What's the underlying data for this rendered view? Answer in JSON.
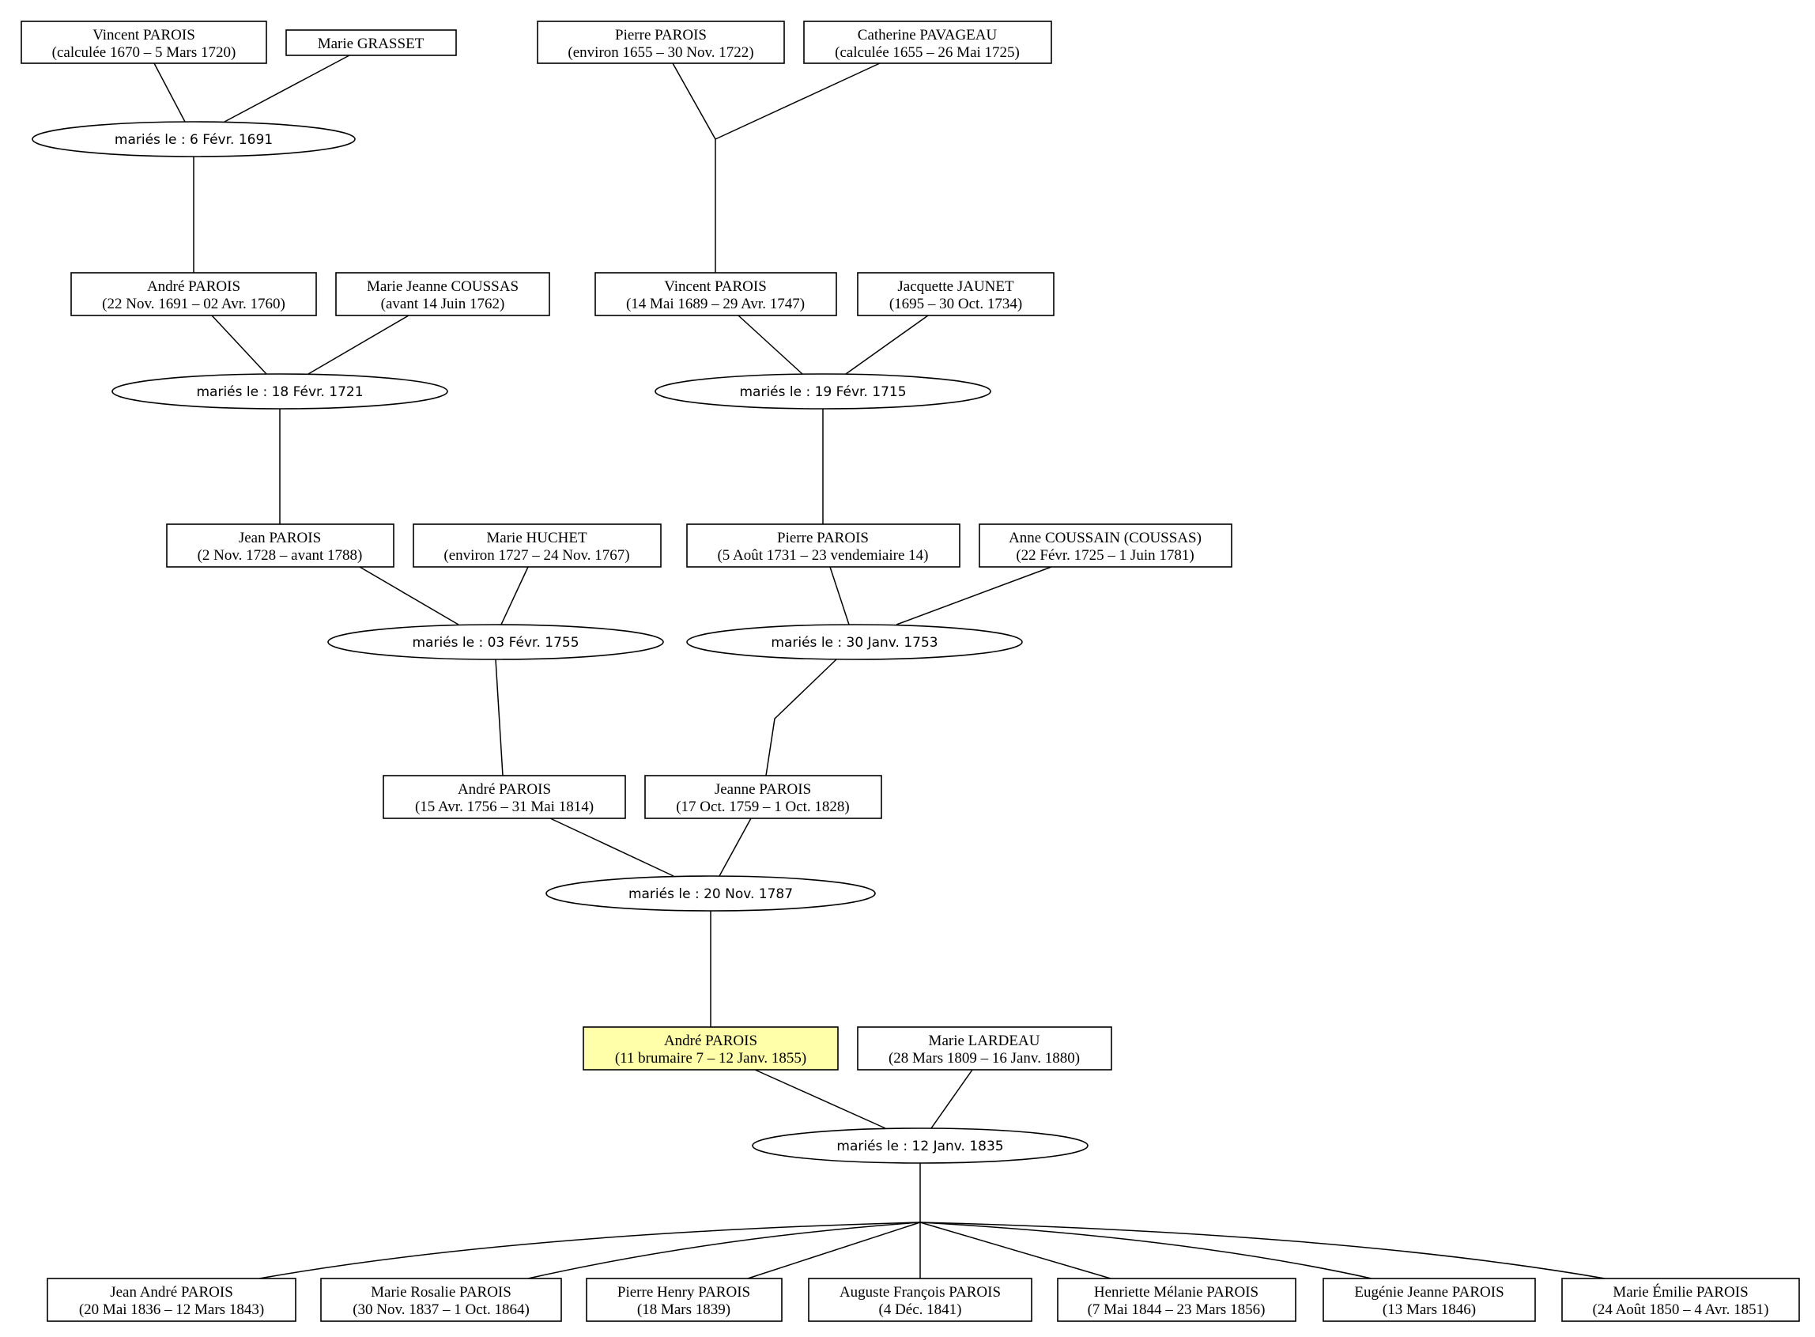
{
  "colors": {
    "highlight_fill": "#ffffaa",
    "stroke": "#000000",
    "background": "#ffffff"
  },
  "people": {
    "vincent1": {
      "name": "Vincent PAROIS",
      "dates": "(calculée 1670 – 5 Mars 1720)"
    },
    "grasset": {
      "name": "Marie GRASSET",
      "dates": ""
    },
    "pierre1": {
      "name": "Pierre PAROIS",
      "dates": "(environ 1655 – 30 Nov. 1722)"
    },
    "pavageau": {
      "name": "Catherine PAVAGEAU",
      "dates": "(calculée 1655 – 26 Mai 1725)"
    },
    "andre1": {
      "name": "André PAROIS",
      "dates": "(22 Nov. 1691 – 02 Avr. 1760)"
    },
    "coussas": {
      "name": "Marie Jeanne COUSSAS",
      "dates": "(avant 14 Juin 1762)"
    },
    "vincent2": {
      "name": "Vincent PAROIS",
      "dates": "(14 Mai 1689 – 29 Avr. 1747)"
    },
    "jaunet": {
      "name": "Jacquette JAUNET",
      "dates": "(1695 – 30 Oct. 1734)"
    },
    "jean": {
      "name": "Jean PAROIS",
      "dates": "(2 Nov. 1728 – avant 1788)"
    },
    "huchet": {
      "name": "Marie HUCHET",
      "dates": "(environ 1727 – 24 Nov. 1767)"
    },
    "pierre2": {
      "name": "Pierre PAROIS",
      "dates": "(5 Août 1731 – 23 vendemiaire 14)"
    },
    "coussain": {
      "name": "Anne COUSSAIN (COUSSAS)",
      "dates": "(22 Févr. 1725 – 1 Juin 1781)"
    },
    "andre2": {
      "name": "André PAROIS",
      "dates": "(15 Avr. 1756 – 31 Mai 1814)"
    },
    "jeanne": {
      "name": "Jeanne PAROIS",
      "dates": "(17 Oct. 1759 – 1 Oct. 1828)"
    },
    "andre3": {
      "name": "André PAROIS",
      "dates": "(11 brumaire 7 – 12 Janv. 1855)"
    },
    "lardeau": {
      "name": "Marie LARDEAU",
      "dates": "(28 Mars 1809 – 16 Janv. 1880)"
    },
    "c1": {
      "name": "Jean André PAROIS",
      "dates": "(20 Mai 1836 – 12 Mars 1843)"
    },
    "c2": {
      "name": "Marie Rosalie PAROIS",
      "dates": "(30 Nov. 1837 – 1 Oct. 1864)"
    },
    "c3": {
      "name": "Pierre Henry PAROIS",
      "dates": "(18 Mars 1839)"
    },
    "c4": {
      "name": "Auguste François PAROIS",
      "dates": "(4 Déc. 1841)"
    },
    "c5": {
      "name": "Henriette Mélanie PAROIS",
      "dates": "(7 Mai 1844 – 23 Mars 1856)"
    },
    "c6": {
      "name": "Eugénie Jeanne PAROIS",
      "dates": "(13 Mars 1846)"
    },
    "c7": {
      "name": "Marie Émilie PAROIS",
      "dates": "(24 Août 1850 – 4 Avr. 1851)"
    }
  },
  "unions": {
    "u1": {
      "label": "mariés le : 6 Févr. 1691"
    },
    "u3": {
      "label": "mariés le : 18 Févr. 1721"
    },
    "u4": {
      "label": "mariés le : 19 Févr. 1715"
    },
    "u5": {
      "label": "mariés le : 03 Févr. 1755"
    },
    "u6": {
      "label": "mariés le : 30 Janv. 1753"
    },
    "u7": {
      "label": "mariés le : 20 Nov. 1787"
    },
    "u8": {
      "label": "mariés le : 12 Janv. 1835"
    }
  }
}
